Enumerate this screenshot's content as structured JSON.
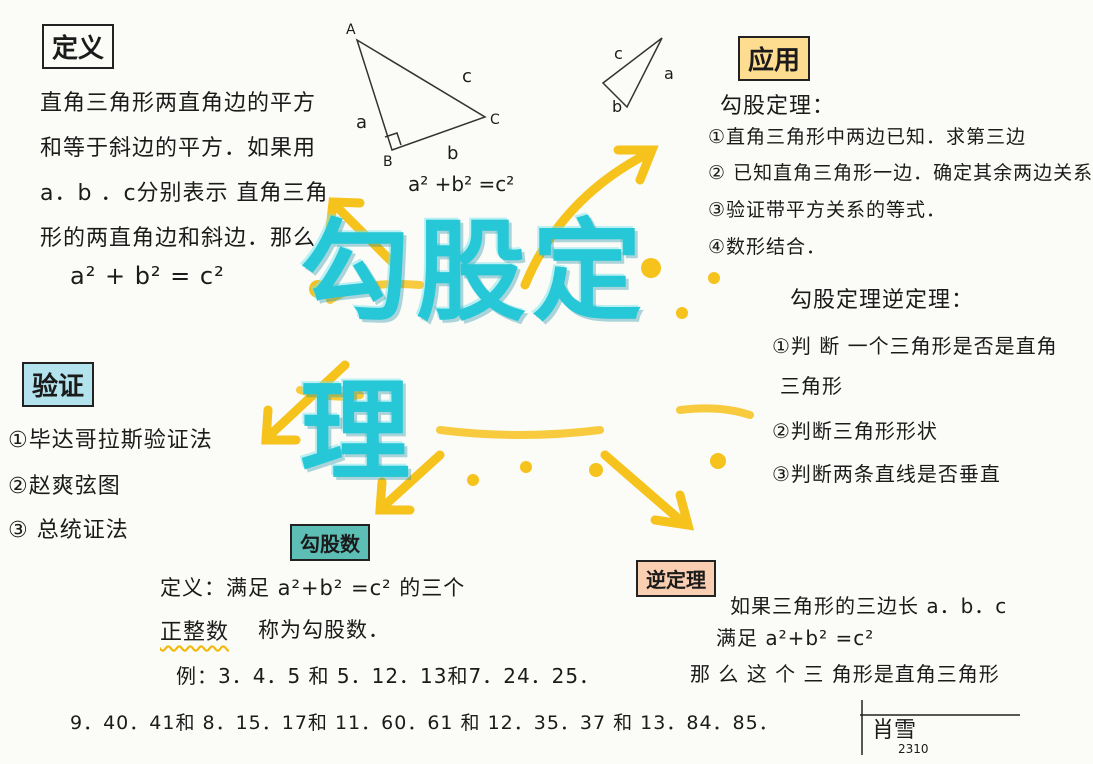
{
  "center_title": "勾股定理",
  "definition": {
    "heading": "定义",
    "lines": [
      "直角三角形两直角边的平方",
      "和等于斜边的平方．如果用",
      "a．b ．c分别表示 直角三角",
      "形的两直角边和斜边．那么",
      "a² + b² = c²"
    ]
  },
  "figure_large": {
    "vertex_a": "A",
    "vertex_b": "B",
    "vertex_c": "C",
    "side_a": "a",
    "side_b": "b",
    "side_c": "c",
    "formula": "a² +b² =c²"
  },
  "figure_small": {
    "side_a": "a",
    "side_b": "b",
    "side_c": "c"
  },
  "application": {
    "heading": "应用",
    "subtitle": "勾股定理：",
    "items": [
      "①直角三角形中两边已知．求第三边",
      "② 已知直角三角形一边．确定其余两边关系",
      "③验证带平方关系的等式．",
      "④数形结合．"
    ],
    "converse_subtitle": "勾股定理逆定理：",
    "converse_items": [
      "①判 断 一个三角形是否是直角",
      "三角形",
      "②判断三角形形状",
      "③判断两条直线是否垂直"
    ]
  },
  "proof": {
    "heading": "验证",
    "items": [
      "①毕达哥拉斯验证法",
      "②赵爽弦图",
      "③ 总统证法"
    ]
  },
  "triples": {
    "heading": "勾股数",
    "def_line": "定义：满足 a²+b² =c² 的三个",
    "emphasis": "正整数",
    "def_tail": "称为勾股数．",
    "example_line1": "例：3．4．5 和 5．12．13和7．24．25．",
    "example_line2": "9．40．41和 8．15．17和 11．60．61 和 12．35．37 和 13．84．85．"
  },
  "converse": {
    "heading": "逆定理",
    "lines": [
      "如果三角形的三边长 a．b．c",
      "满足 a²+b² =c²",
      "那 么 这 个 三 角形是直角三角形"
    ]
  },
  "signature": {
    "name": "肖雪",
    "code": "2310"
  },
  "colors": {
    "cyan": "#26c7d6",
    "yellow": "#f6c21c",
    "ink": "#1b1b1b"
  }
}
